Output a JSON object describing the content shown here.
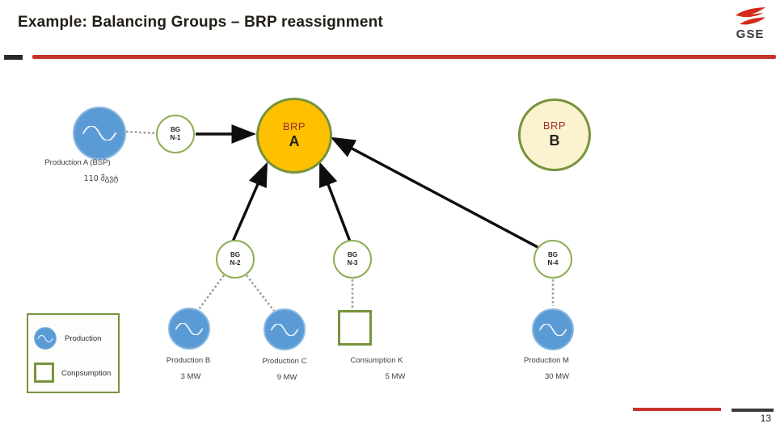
{
  "slide": {
    "title": "Example: Balancing Groups – BRP reassignment",
    "page_number": "13"
  },
  "logo": {
    "text": "GSE"
  },
  "nodes": {
    "bg1": {
      "line1": "BG",
      "line2": "N-1"
    },
    "bg2": {
      "line1": "BG",
      "line2": "N-2"
    },
    "bg3": {
      "line1": "BG",
      "line2": "N-3"
    },
    "bg4": {
      "line1": "BG",
      "line2": "N-4"
    },
    "brpA": {
      "title": "BRP",
      "letter": "A"
    },
    "brpB": {
      "title": "BRP",
      "letter": "B"
    }
  },
  "production_a": {
    "label": "Production A (BSP)",
    "value": "110 მგვტ"
  },
  "units": [
    {
      "label": "Production B",
      "value": "3 MW",
      "type": "production"
    },
    {
      "label": "Production C",
      "value": "9 MW",
      "type": "production"
    },
    {
      "label": "Consumption K",
      "value": "5 MW",
      "type": "consumption"
    },
    {
      "label": "Production M",
      "value": "30 MW",
      "type": "production"
    }
  ],
  "legend": {
    "production": "Production",
    "consumption": "Conpsumption"
  },
  "connections": [
    {
      "from": "Production A (BSP)",
      "to": "BG N-1",
      "style": "dashed"
    },
    {
      "from": "BG N-1",
      "to": "BRP A",
      "style": "arrow"
    },
    {
      "from": "BG N-2",
      "to": "BRP A",
      "style": "arrow"
    },
    {
      "from": "BG N-3",
      "to": "BRP A",
      "style": "arrow"
    },
    {
      "from": "BG N-4",
      "to": "BRP A",
      "style": "arrow"
    },
    {
      "from": "BG N-2",
      "to": "Production B",
      "style": "dashed"
    },
    {
      "from": "BG N-2",
      "to": "Production C",
      "style": "dashed"
    },
    {
      "from": "BG N-3",
      "to": "Consumption K",
      "style": "dashed"
    },
    {
      "from": "BG N-4",
      "to": "Production M",
      "style": "dashed"
    }
  ],
  "colors": {
    "accent_red": "#c4352b",
    "brp_a_fill": "#ffc000",
    "brp_b_fill": "#fbf2d0",
    "green_border": "#77933c",
    "production_blue": "#5b9bd5",
    "dashed_gray": "#a0a0a0"
  }
}
